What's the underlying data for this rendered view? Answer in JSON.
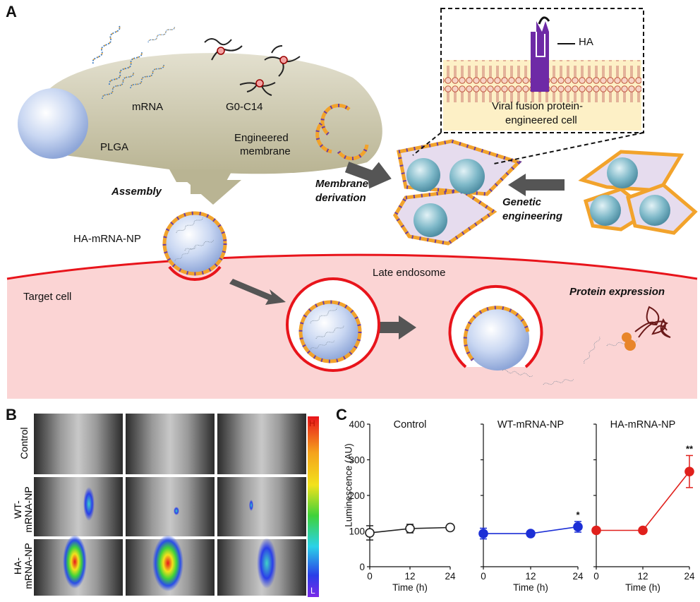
{
  "panelA": {
    "letter": "A",
    "mrna": "mRNA",
    "g0c14": "G0-C14",
    "plga": "PLGA",
    "engineered_membrane_1": "Engineered",
    "engineered_membrane_2": "membrane",
    "assembly": "Assembly",
    "membrane_derivation_1": "Membrane",
    "membrane_derivation_2": "derivation",
    "genetic_engineering_1": "Genetic",
    "genetic_engineering_2": "engineering",
    "ha": "HA",
    "viral_1": "Viral fusion protein-",
    "viral_2": "engineered cell",
    "ha_mrna_np": "HA-mRNA-NP",
    "late_endosome": "Late endosome",
    "target_cell": "Target cell",
    "protein_expression": "Protein expression",
    "colors": {
      "membrane": "#f2a32c",
      "dots": "#6b3fa0",
      "cell_fill": "#fbd4d4",
      "endosome": "#e8141b",
      "hemagglutinin": "#6e2aa6"
    }
  },
  "panelB": {
    "letter": "B",
    "rows": [
      "Control",
      "WT-\nmRNA-NP",
      "HA-\nmRNA-NP"
    ],
    "row_control": "Control",
    "row_wt_1": "WT-",
    "row_wt_2": "mRNA-NP",
    "row_ha_1": "HA-",
    "row_ha_2": "mRNA-NP",
    "scale_high": "H",
    "scale_low": "L"
  },
  "panelC": {
    "letter": "C",
    "ylabel": "Luminescence (AU)",
    "xlabel": "Time (h)",
    "yticks": [
      "0",
      "100",
      "200",
      "300",
      "400"
    ],
    "xticks": [
      "0",
      "12",
      "24"
    ]
  },
  "chart_data": [
    {
      "type": "line",
      "title": "Control",
      "x": [
        0,
        12,
        24
      ],
      "xlabel": "Time (h)",
      "ylabel": "Luminescence (AU)",
      "ylim": [
        0,
        400
      ],
      "series": [
        {
          "values": [
            95,
            107,
            110
          ],
          "errors": [
            20,
            12,
            5
          ],
          "color": "#222222",
          "marker": "open-circle"
        }
      ],
      "annotations": []
    },
    {
      "type": "line",
      "title": "WT-mRNA-NP",
      "x": [
        0,
        12,
        24
      ],
      "xlabel": "Time (h)",
      "ylim": [
        0,
        400
      ],
      "series": [
        {
          "values": [
            93,
            93,
            112
          ],
          "errors": [
            15,
            5,
            15
          ],
          "color": "#1c2fd6",
          "marker": "filled-circle"
        }
      ],
      "annotations": [
        "",
        "",
        "*"
      ]
    },
    {
      "type": "line",
      "title": "HA-mRNA-NP",
      "x": [
        0,
        12,
        24
      ],
      "xlabel": "Time (h)",
      "ylim": [
        0,
        400
      ],
      "series": [
        {
          "values": [
            102,
            102,
            267
          ],
          "errors": [
            0,
            0,
            45
          ],
          "color": "#e0201c",
          "marker": "filled-circle"
        }
      ],
      "annotations": [
        "",
        "",
        "**"
      ]
    }
  ]
}
